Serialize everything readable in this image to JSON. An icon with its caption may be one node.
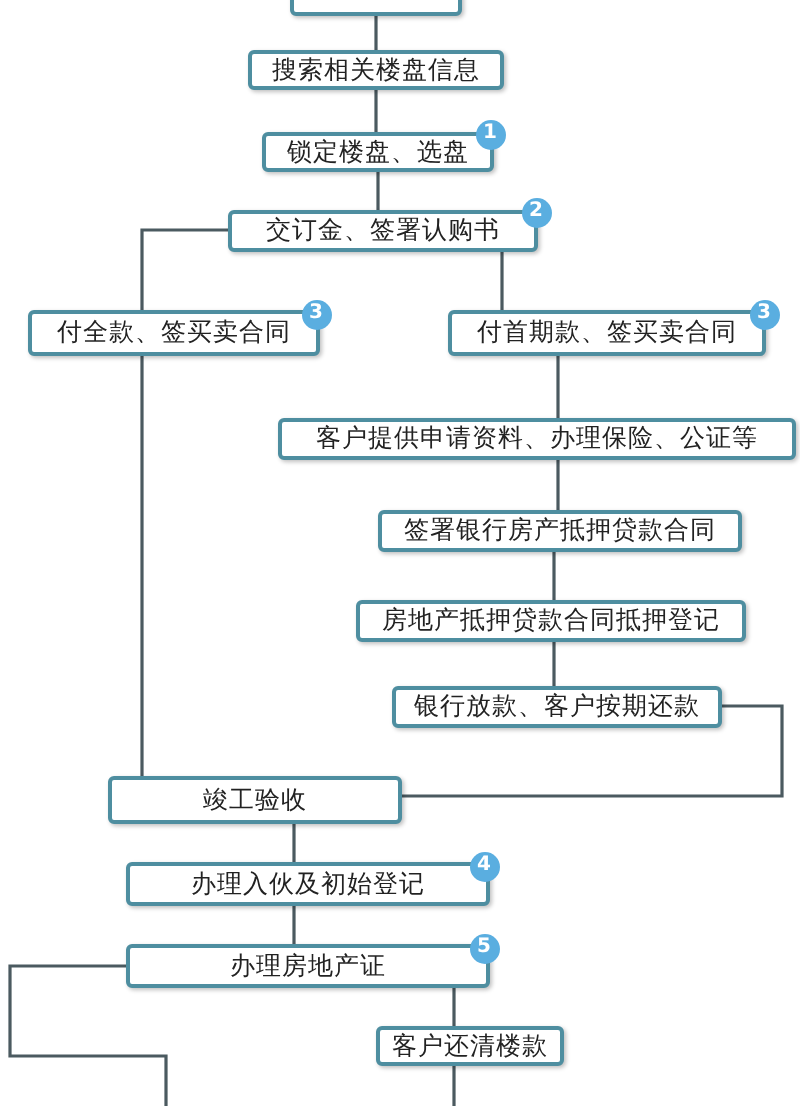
{
  "diagram": {
    "nodes": [
      {
        "text": [],
        "shape": "box"
      },
      {
        "text": [
          "搜索相关楼盘信息"
        ]
      },
      {
        "text": [
          "锁定楼盘、选盘"
        ]
      },
      {
        "text": [
          "交订金、签署认购书"
        ]
      },
      {
        "text": [
          "付全款、签买卖合同"
        ]
      },
      {
        "text": [
          "付首期款、签买卖合同"
        ]
      },
      {
        "text": [
          "客户提供申请资料、办理保险、公证等"
        ]
      },
      {
        "text": [
          "签署银行房产抵押贷款合同"
        ]
      },
      {
        "text": [
          "房地产抵押贷款合同抵押登记"
        ]
      },
      {
        "text": [
          "银行放款、客户按期还款"
        ]
      },
      {
        "text": [
          "竣工验收"
        ]
      },
      {
        "text": [
          "办理入伙及初始登记"
        ]
      },
      {
        "text": [
          "办理房地产证"
        ]
      },
      {
        "text": [
          "客户还清楼款"
        ]
      }
    ],
    "edges": [
      {
        "from": 0,
        "to": 1,
        "arrow": "none"
      },
      {
        "from": 1,
        "to": 2,
        "arrow": "none"
      },
      {
        "from": 2,
        "to": 3,
        "arrow": "none"
      },
      {
        "from": 3,
        "to": 4,
        "arrow": "none"
      },
      {
        "from": 3,
        "to": 5,
        "arrow": "none"
      },
      {
        "from": 4,
        "to": 10,
        "arrow": "none"
      },
      {
        "from": 5,
        "to": 6,
        "arrow": "none"
      },
      {
        "from": 6,
        "to": 7,
        "arrow": "none"
      },
      {
        "from": 7,
        "to": 8,
        "arrow": "none"
      },
      {
        "from": 8,
        "to": 9,
        "arrow": "none"
      },
      {
        "from": 9,
        "to": 10,
        "arrow": "none"
      },
      {
        "from": 10,
        "to": 11,
        "arrow": "none"
      },
      {
        "from": 11,
        "to": 12,
        "arrow": "none"
      },
      {
        "from": 12,
        "to": null,
        "arrow": "none"
      },
      {
        "from": 12,
        "to": 13,
        "arrow": "none"
      },
      {
        "from": 13,
        "to": null,
        "arrow": "none"
      }
    ],
    "labels": [
      "1",
      "2",
      "3",
      "3",
      "4",
      "5"
    ]
  }
}
